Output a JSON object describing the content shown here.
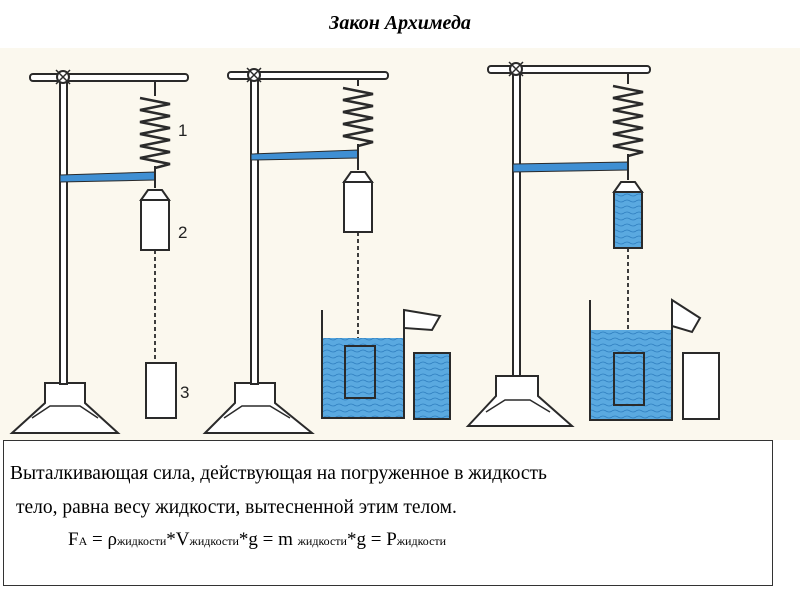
{
  "title": "Закон Архимеда",
  "figure": {
    "labels": {
      "spring": "1",
      "cylinder": "2",
      "weight": "3"
    },
    "colors": {
      "water": "#5aa9e0",
      "indicator": "#3f8fd3",
      "outline": "#2a2a2a",
      "background": "#fbf8ee"
    }
  },
  "text": {
    "line1": "Выталкивающая сила, действующая на погруженное в жидкость",
    "line2": "тело, равна весу жидкости, вытесненной этим телом.",
    "formula": {
      "F": "F",
      "F_sub": "A",
      "eq1": " = ",
      "rho": "ρ",
      "rho_sub": "жидкости",
      "mul1": "*",
      "V": "V",
      "V_sub": "жидкости",
      "mul2": "*g = ",
      "m": "m ",
      "m_sub": "жидкости",
      "mul3": "*g = ",
      "P": "P",
      "P_sub": "жидкости"
    }
  }
}
